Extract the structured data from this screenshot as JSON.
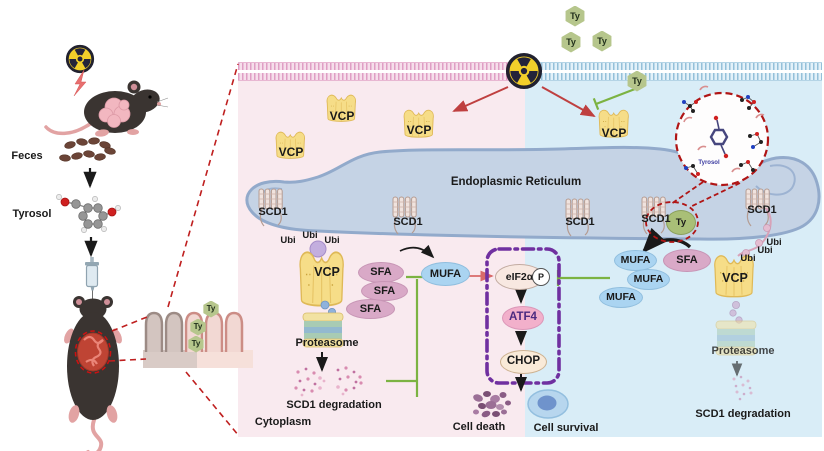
{
  "labels": {
    "feces": "Feces",
    "tyrosol": "Tyrosol",
    "ty": "Ty",
    "vcp": "VCP",
    "er": "Endoplasmic Reticulum",
    "scd1": "SCD1",
    "ubi": "Ubi",
    "sfa": "SFA",
    "mufa": "MUFA",
    "eif2a": "eIF2α",
    "phospho": "P",
    "atf4": "ATF4",
    "chop": "CHOP",
    "proteasome": "Proteasome",
    "scd1_degradation": "SCD1 degradation",
    "cytoplasm": "Cytoplasm",
    "cell_death": "Cell death",
    "cell_survival": "Cell survival",
    "docking_ligand": "Tyrosol"
  },
  "colors": {
    "pink_cytoplasm": "#f9eaef",
    "blue_cytoplasm": "#d9edf7",
    "ty_green": "#b6c68c",
    "vcp_yellow": "#f6dd88",
    "inhibition_green": "#7cb342",
    "radiation_arrow_red": "#bf4040",
    "er_stress_box_purple": "#7030a0",
    "er_fill": "#c5d3e5",
    "sfa_pink": "#d9a9c7",
    "mufa_blue": "#aad4f1",
    "callout_dash_red": "#bf1f1f"
  }
}
